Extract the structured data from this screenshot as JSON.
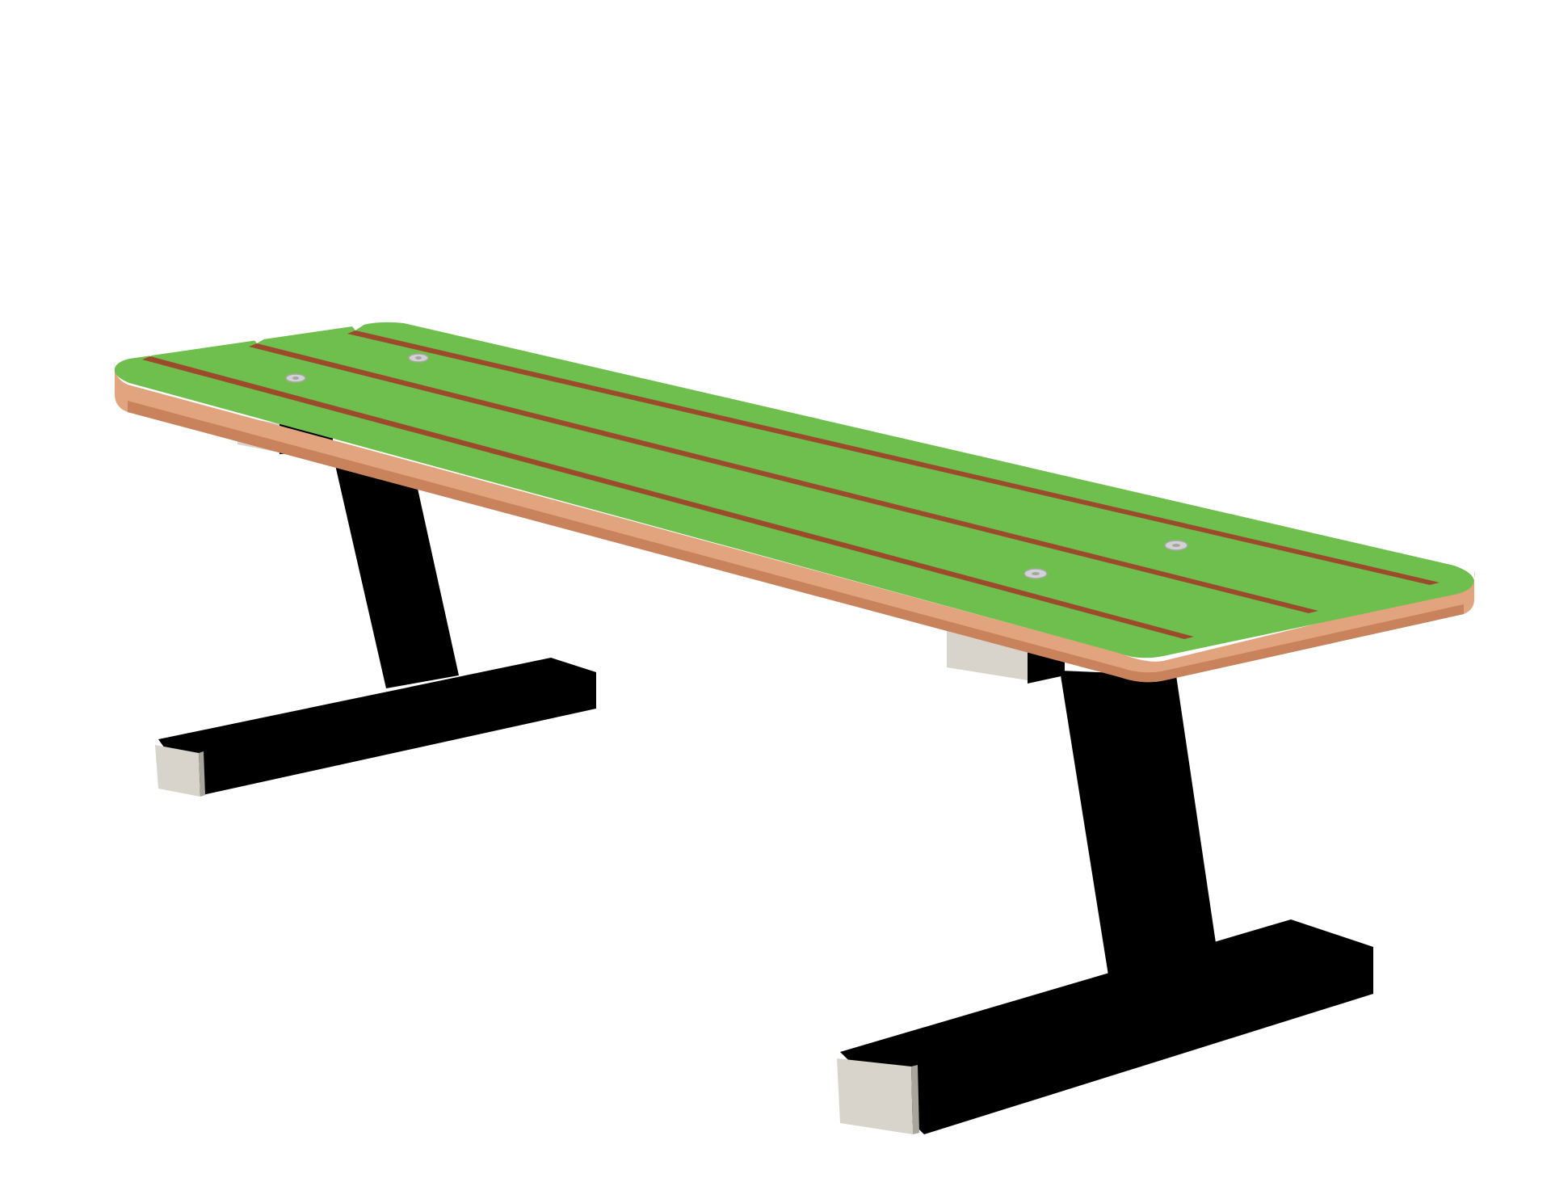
{
  "image": {
    "subject": "backless-park-bench",
    "background_color": "#ffffff",
    "colors": {
      "seat_slat_green": "#6fbf4e",
      "slat_gap_brown": "#9c4a2c",
      "seat_edge_copper": "#e2a47e",
      "seat_edge_shadow": "#c8825c",
      "frame_black": "#000000",
      "end_cap_silver": "#d8d4cc",
      "end_cap_shadow": "#a9a59c",
      "bolt_silver": "#cfd3d6"
    },
    "seat_slat_count": 4,
    "bolt_count": 4,
    "leg_count": 2
  }
}
